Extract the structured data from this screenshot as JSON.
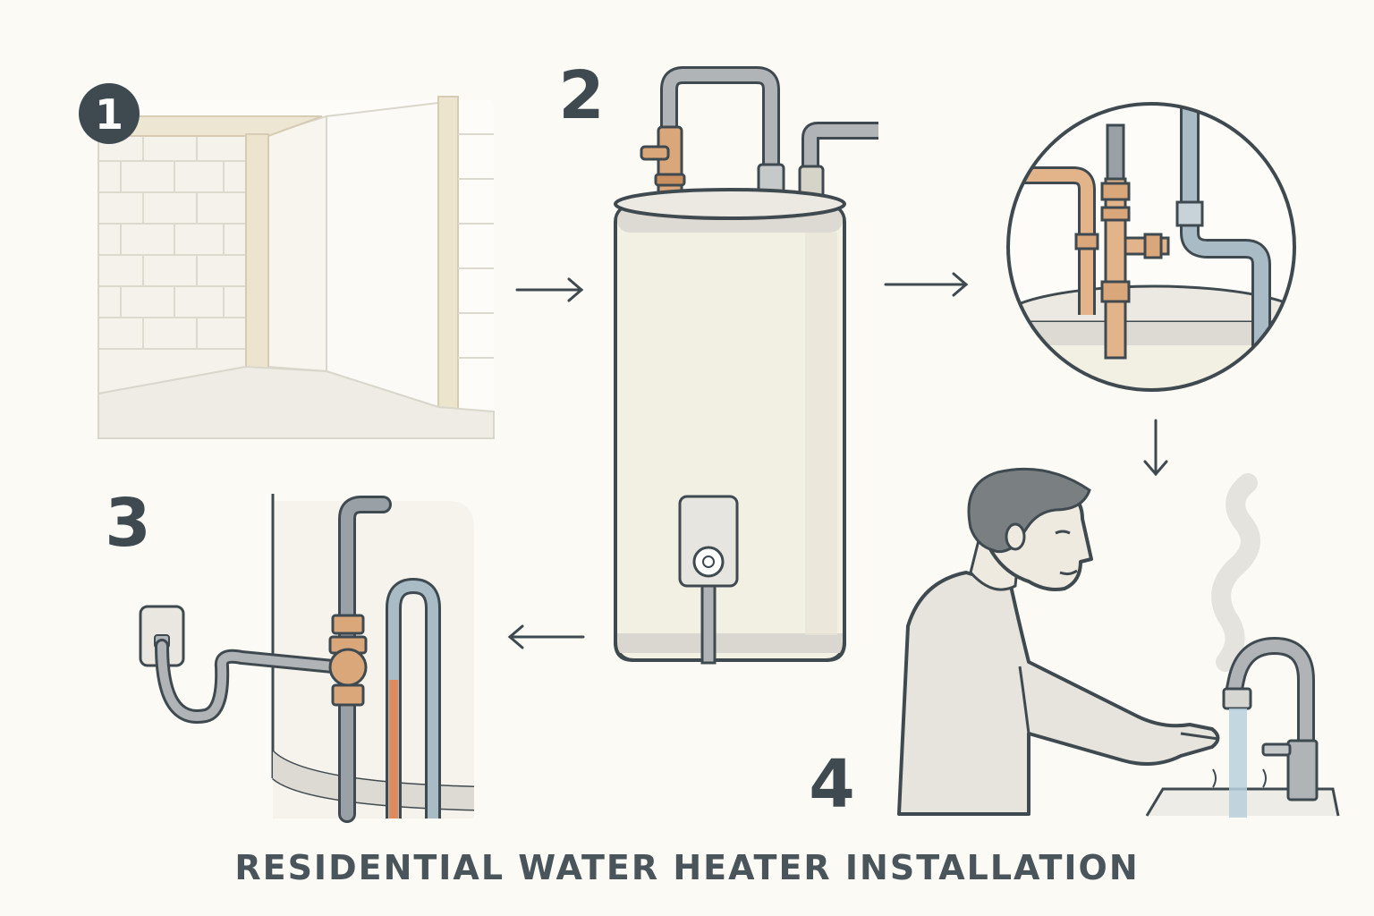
{
  "caption": "RESIDENTIAL WATER HEATER INSTALLATION",
  "steps": [
    {
      "number": "1",
      "scene": "empty-basement-corner"
    },
    {
      "number": "2",
      "scene": "water-heater-tank"
    },
    {
      "number": "3",
      "scene": "gas-and-water-connections"
    },
    {
      "number": "4",
      "scene": "hot-water-at-faucet"
    }
  ],
  "colors": {
    "outline": "#3f4a50",
    "copper": "#d9a77a",
    "steel_pipe": "#9aa1a6",
    "cold_pipe": "#a9bcc6",
    "tank": "#f2efe3",
    "accent_red": "#e08a5e"
  }
}
